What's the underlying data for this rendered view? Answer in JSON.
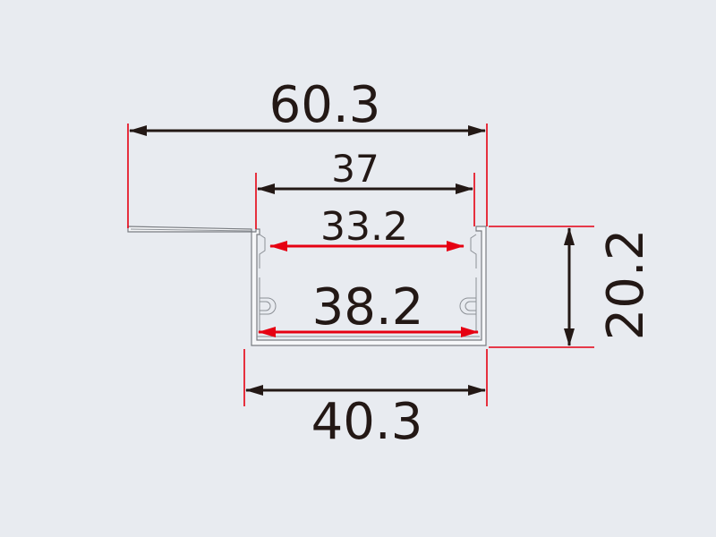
{
  "drawing": {
    "colors": {
      "background": "#e8ebf0",
      "dimension_black": "#231815",
      "dimension_red": "#e60012",
      "profile_outline": "#7a7d82"
    },
    "dimensions": {
      "overall_width": "60.3",
      "inner_opening_width": "37",
      "upper_inner_width": "33.2",
      "lower_inner_width": "38.2",
      "bottom_width": "40.3",
      "height": "20.2"
    }
  }
}
